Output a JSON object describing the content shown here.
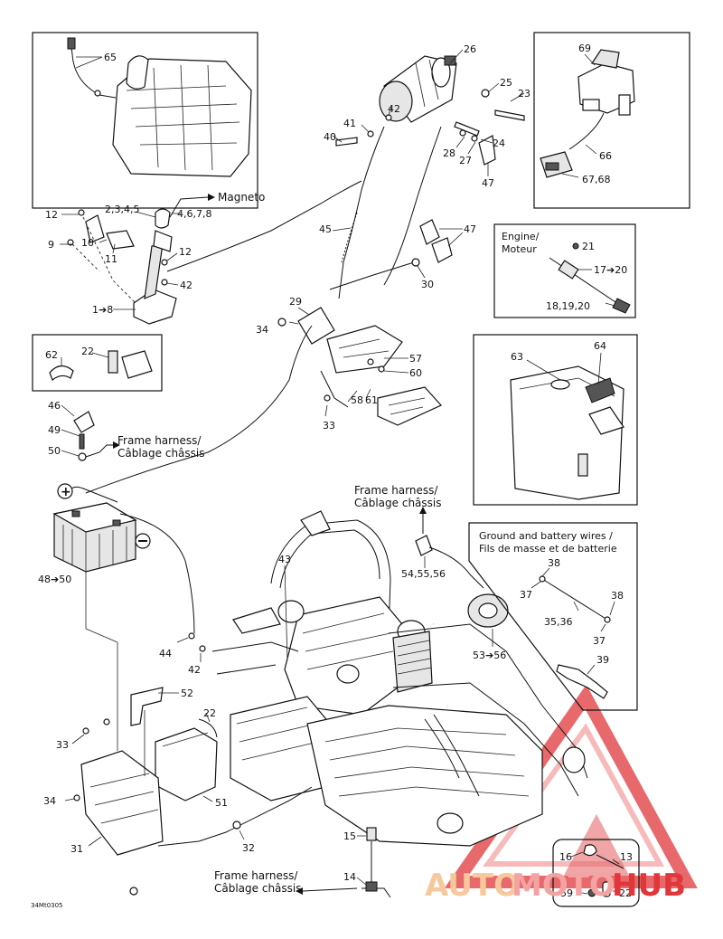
{
  "labels": {
    "l65": "65",
    "l26": "26",
    "l25": "25",
    "l23": "23",
    "l42a": "42",
    "l41": "41",
    "l40": "40",
    "l28": "28",
    "l27": "27",
    "l24": "24",
    "l47a": "47",
    "l69": "69",
    "l66": "66",
    "l6768": "67,68",
    "l12a": "12",
    "l2345": "2,3,4,5",
    "magneto": "Magneto",
    "l4678": "4,6,7,8",
    "l9": "9",
    "l10": "10",
    "l11": "11",
    "l12b": "12",
    "l42b": "42",
    "l18": "1➔8",
    "l45": "45",
    "l47b": "47",
    "l30": "30",
    "engine": "Engine/",
    "moteur": "Moteur",
    "l21": "21",
    "l1720": "17➔20",
    "l181920": "18,19,20",
    "l29": "29",
    "l34a": "34",
    "l57": "57",
    "l60": "60",
    "l58": "58",
    "l61": "61",
    "l33a": "33",
    "l62": "62",
    "l22a": "22",
    "l46": "46",
    "l49": "49",
    "l50": "50",
    "frame1a": "Frame harness/",
    "frame1b": "Câblage châssis",
    "l63": "63",
    "l64": "64",
    "frame2a": "Frame harness/",
    "frame2b": "Câblage châssis",
    "l4850": "48➔50",
    "l43": "43",
    "l545556": "54,55,56",
    "groundA": "Ground and battery wires /",
    "groundB": "Fils de masse et de batterie",
    "l38a": "38",
    "l37a": "37",
    "l38b": "38",
    "l3536": "35,36",
    "l37b": "37",
    "l39": "39",
    "l5356": "53➔56",
    "l44": "44",
    "l42c": "42",
    "l52": "52",
    "l22b": "22",
    "l33b": "33",
    "l34b": "34",
    "l51": "51",
    "l31": "31",
    "l32": "32",
    "l15": "15",
    "l14": "14",
    "frame3a": "Frame harness/",
    "frame3b": "Câblage châssis",
    "l16": "16",
    "l13": "13",
    "l59": "59",
    "l22c": "22",
    "code": "34Mt0305"
  },
  "watermark": {
    "text_a": "AUTO",
    "text_b": "MOTO",
    "text_c": "HUB",
    "colors": {
      "light": "#f6c89c",
      "mid": "#f4a3a3",
      "dark": "#e0373a"
    }
  }
}
